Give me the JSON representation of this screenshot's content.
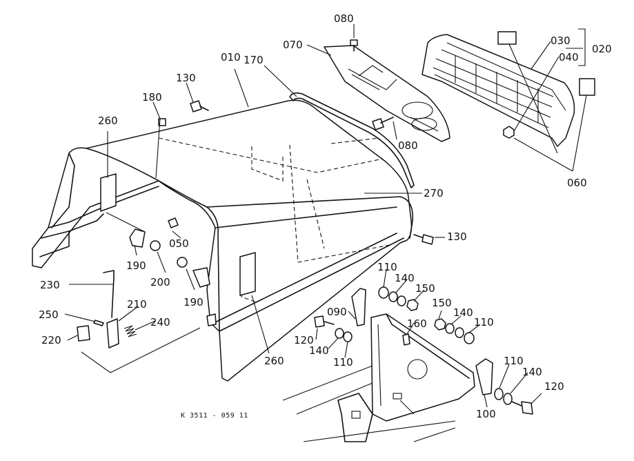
{
  "labels": {
    "l010": "010",
    "l020": "020",
    "l030": "030",
    "l040": "040",
    "l050": "050",
    "l060": "060",
    "l070": "070",
    "l080a": "080",
    "l080b": "080",
    "l090": "090",
    "l100": "100",
    "l110a": "110",
    "l110b": "110",
    "l110c": "110",
    "l110d": "110",
    "l120a": "120",
    "l120b": "120",
    "l130a": "130",
    "l130b": "130",
    "l140a": "140",
    "l140b": "140",
    "l140c": "140",
    "l140d": "140",
    "l150a": "150",
    "l150b": "150",
    "l160": "160",
    "l170": "170",
    "l180": "180",
    "l190a": "190",
    "l190b": "190",
    "l200": "200",
    "l210": "210",
    "l220": "220",
    "l230": "230",
    "l240": "240",
    "l250": "250",
    "l260a": "260",
    "l260b": "260",
    "l270": "270"
  },
  "drawing_code": "K 3511 - 059  11"
}
